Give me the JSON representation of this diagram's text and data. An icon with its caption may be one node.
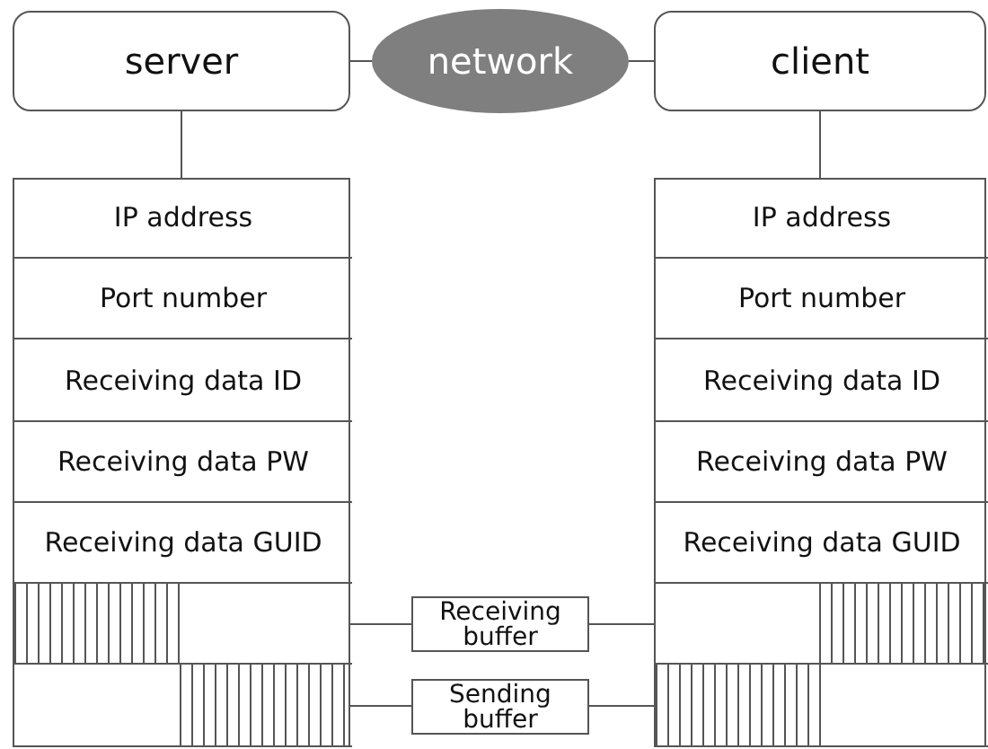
{
  "diagram": {
    "nodes": [
      {
        "text": [
          "server"
        ]
      },
      {
        "text": [
          "network"
        ]
      },
      {
        "text": [
          "client"
        ]
      },
      {
        "text": [],
        "shape": "box"
      },
      {
        "text": [
          "IP address"
        ],
        "in": 3
      },
      {
        "text": [
          "Port number"
        ],
        "in": 3
      },
      {
        "text": [
          "Receiving data ID"
        ],
        "in": 3
      },
      {
        "text": [
          "Receiving data PW"
        ],
        "in": 3
      },
      {
        "text": [
          "Receiving data GUID"
        ],
        "in": 3
      },
      {
        "text": [],
        "shape": "bar",
        "in": 3
      },
      {
        "text": [],
        "shape": "bar",
        "in": 3
      },
      {
        "text": [],
        "shape": "box"
      },
      {
        "text": [
          "IP address"
        ],
        "in": 11
      },
      {
        "text": [
          "Port number"
        ],
        "in": 11
      },
      {
        "text": [
          "Receiving data ID"
        ],
        "in": 11
      },
      {
        "text": [
          "Receiving data PW"
        ],
        "in": 11
      },
      {
        "text": [
          "Receiving data GUID"
        ],
        "in": 11
      },
      {
        "text": [],
        "shape": "bar",
        "in": 11
      },
      {
        "text": [],
        "shape": "bar",
        "in": 11
      },
      {
        "text": [
          "Receiving buffer"
        ]
      },
      {
        "text": [
          "Sending buffer"
        ]
      }
    ],
    "edges": [
      {
        "from": 0,
        "to": 1,
        "arrow": "none"
      },
      {
        "from": 1,
        "to": 2,
        "arrow": "none"
      },
      {
        "from": 0,
        "to": 3,
        "arrow": "none"
      },
      {
        "from": 2,
        "to": 11,
        "arrow": "none"
      },
      {
        "from": 9,
        "to": 19,
        "arrow": "none"
      },
      {
        "from": 19,
        "to": 17,
        "arrow": "none"
      },
      {
        "from": 10,
        "to": 20,
        "arrow": "none"
      },
      {
        "from": 20,
        "to": 18,
        "arrow": "none"
      }
    ]
  }
}
